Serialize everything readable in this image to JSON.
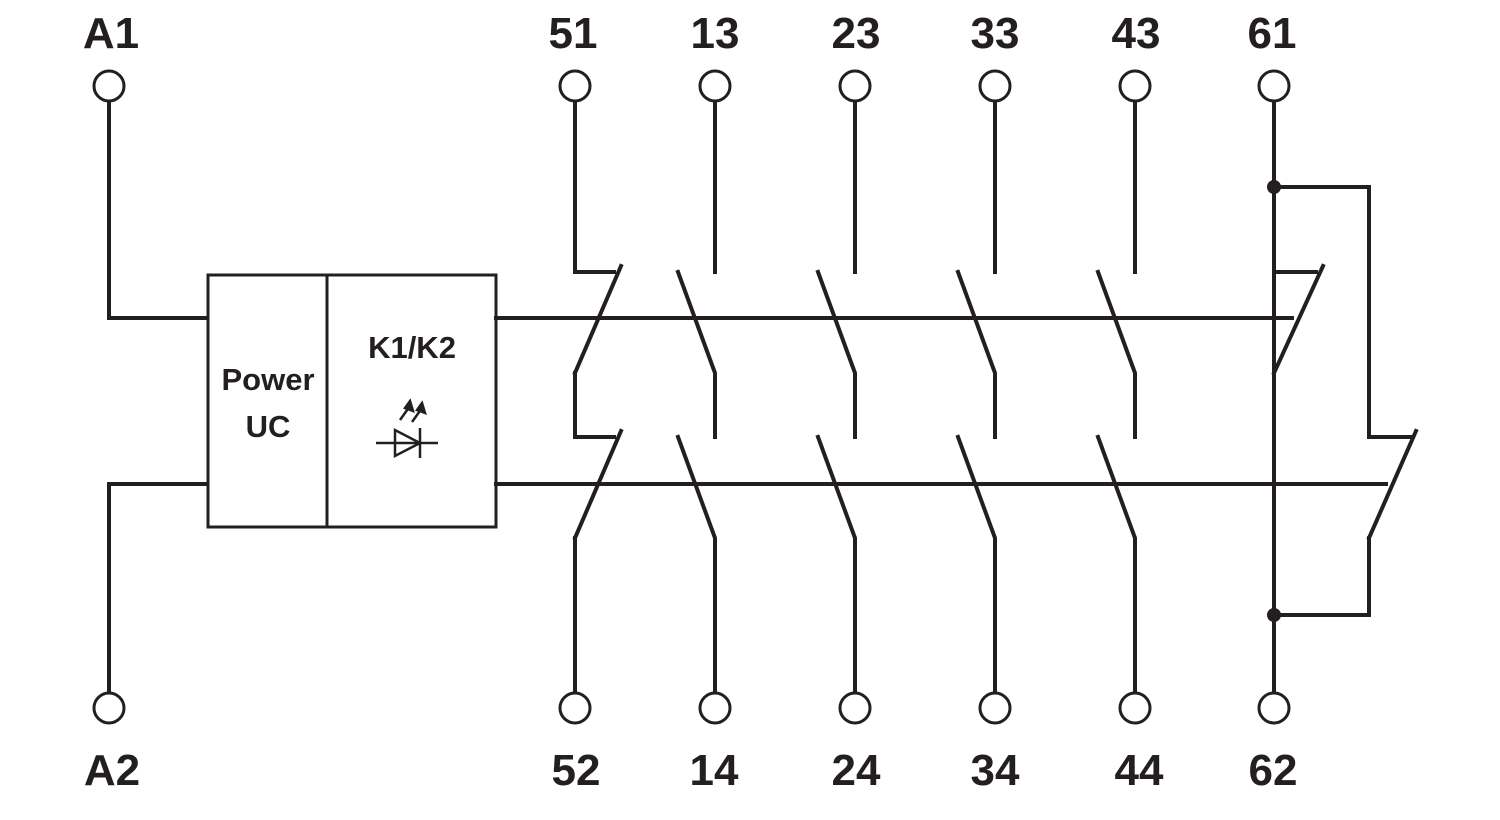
{
  "terminals": {
    "a1": "A1",
    "a2": "A2",
    "t51": "51",
    "t52": "52",
    "t13": "13",
    "t14": "14",
    "t23": "23",
    "t24": "24",
    "t33": "33",
    "t34": "34",
    "t43": "43",
    "t44": "44",
    "t61": "61",
    "t62": "62"
  },
  "power_block": {
    "line1": "Power",
    "line2": "UC"
  },
  "relay_block": {
    "label": "K1/K2",
    "indicator": "led-icon"
  },
  "colors": {
    "ink": "#231f20",
    "background": "#ffffff"
  }
}
